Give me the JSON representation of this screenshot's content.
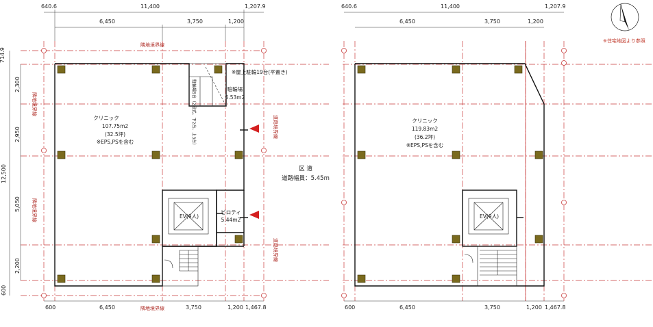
{
  "dims_top": {
    "overall_left": "640.6",
    "overall_mid": "11,400",
    "overall_right": "1,207.9",
    "seg1": "6,450",
    "seg2": "3,750",
    "seg3": "1,200"
  },
  "dims_bottom": {
    "seg0": "600",
    "seg1": "6,450",
    "seg2": "3,750",
    "seg3": "1,200",
    "seg4": "1,467.8"
  },
  "dims_left": {
    "top_partial": "714.9",
    "seg1": "2,300",
    "seg2": "2,950",
    "overall": "12,500",
    "seg3": "5,050",
    "seg4": "2,200",
    "bottom_partial": "600"
  },
  "boundary": {
    "neighbor": "隣地境界線",
    "road": "道路境界線"
  },
  "road": {
    "title": "区 道",
    "width": "道路幅員：5.45m"
  },
  "plan_left": {
    "room_name": "クリニック",
    "room_area": "107.75m2",
    "room_tsubo": "(32.5坪)",
    "room_note": "※EPS,PSを含む",
    "bike_note": "※屋上駐輪19台(平置き)",
    "bike_room": "駐輪場",
    "bike_area": "6.53m2",
    "bike_detail": "駐輪場5台（2段式、下2台、上3台）",
    "ev": "EV(9人)",
    "piloti": "ピロティ",
    "piloti_area": "5.44m2"
  },
  "plan_right": {
    "room_name": "クリニック",
    "room_area": "119.83m2",
    "room_tsubo": "(36.2坪)",
    "room_note": "※EPS,PSを含む",
    "ev": "EV(9人)"
  },
  "north_note": "※住宅地図より参照",
  "colors": {
    "grid": "#c83a3a",
    "column": "#7a6a1e",
    "wall": "#111111",
    "arrow": "#d42020"
  }
}
